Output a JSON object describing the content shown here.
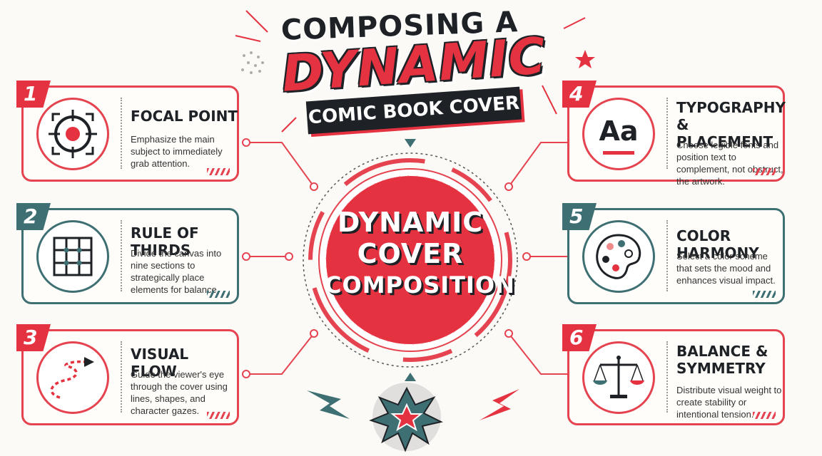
{
  "title": {
    "line1": "COMPOSING A",
    "line2": "DYNAMIC",
    "line3": "COMIC BOOK COVER"
  },
  "center": {
    "line1": "DYNAMIC",
    "line2": "COVER",
    "line3": "COMPOSITION"
  },
  "colors": {
    "red": "#e53241",
    "teal": "#3e6f73",
    "dark": "#1e2226"
  },
  "cards": [
    {
      "number": "1",
      "title": "FOCAL POINT",
      "text": "Emphasize the main subject to immediately grab attention.",
      "icon": "target-icon"
    },
    {
      "number": "2",
      "title": "RULE OF THIRDS",
      "text": "Divide the canvas into nine sections to strategically place elements for balance.",
      "icon": "grid-icon"
    },
    {
      "number": "3",
      "title": "VISUAL FLOW",
      "text": "Guide the viewer's eye through the cover using lines, shapes, and character gazes.",
      "icon": "flow-arrow-icon"
    },
    {
      "number": "4",
      "title": "TYPOGRAPHY & PLACEMENT",
      "text": "Choose legible fonts and position text to complement, not obstruct, the artwork.",
      "icon": "typography-icon",
      "icon_text": "Aa"
    },
    {
      "number": "5",
      "title": "COLOR HARMONY",
      "text": "Select a color scheme that sets the mood and enhances visual impact.",
      "icon": "palette-icon"
    },
    {
      "number": "6",
      "title": "BALANCE & SYMMETRY",
      "text": "Distribute visual weight to create stability or intentional tension.",
      "icon": "scales-icon"
    }
  ]
}
